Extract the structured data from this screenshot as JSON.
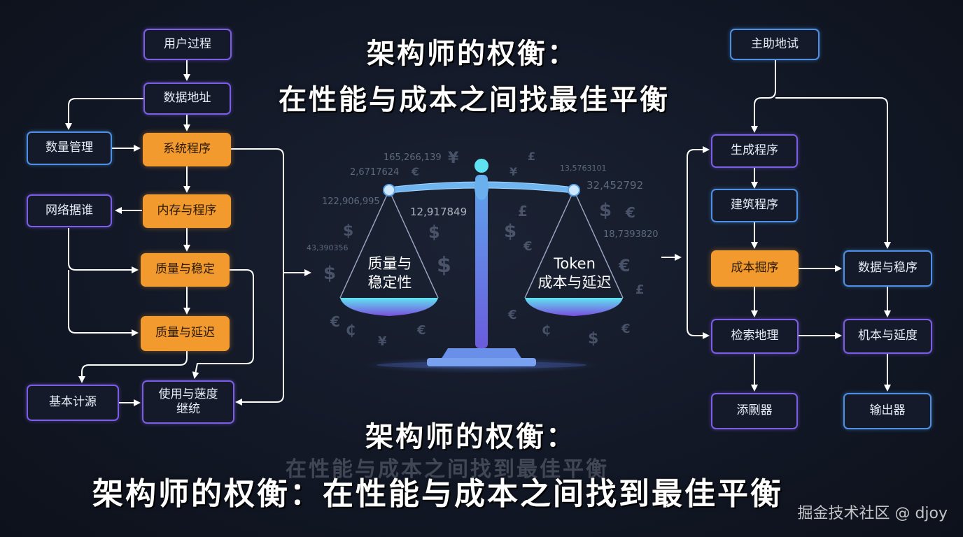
{
  "titles": {
    "top_line1": "架构师的权衡：",
    "top_line2": "在性能与成本之间找最佳平衡",
    "mid_line": "架构师的权衡：",
    "ghost_line": "在性能与成本之间找到最佳平衡",
    "bottom_line": "架构师的权衡：在性能与成本之间找到最佳平衡"
  },
  "left_flow": {
    "user_process": "用户过程",
    "data_address": "数据地址",
    "data_management": "数量管理",
    "system_program": "系统程序",
    "network": "网络据谁",
    "memory_program": "内存与程序",
    "quality_stability": "质量与稳定",
    "quality_latency": "质量与延迟",
    "basic_source": "基本计源",
    "usage_continuity": "使用与蒾度\n继统"
  },
  "right_flow": {
    "main_help": "主助地试",
    "gen_program": "生成程序",
    "build_program": "建筑程序",
    "cost_program": "成本掘序",
    "data_stable": "数据与稳序",
    "retrieval": "检索地理",
    "machine_latency": "机本与延度",
    "adder": "添劂器",
    "output": "输出器"
  },
  "scale": {
    "left_pan_label": "质量与\n稳定性",
    "right_pan_label": "Token\n成本与延迟"
  },
  "background_numbers": [
    "165,266,139",
    "2,6717624",
    "13,5763101",
    "32,452792",
    "122,906,995",
    "12,917849",
    "18,7393820",
    "43,390356"
  ],
  "background_symbols": [
    "¥",
    "€",
    "£",
    "$",
    "₵"
  ],
  "watermark": "掘金技术社区 @ djoy",
  "colors": {
    "orange": "#f39a2e",
    "blue_border": "#4f8fe6",
    "purple_border": "#7c5ee6",
    "cyan": "#4fd6e8"
  }
}
